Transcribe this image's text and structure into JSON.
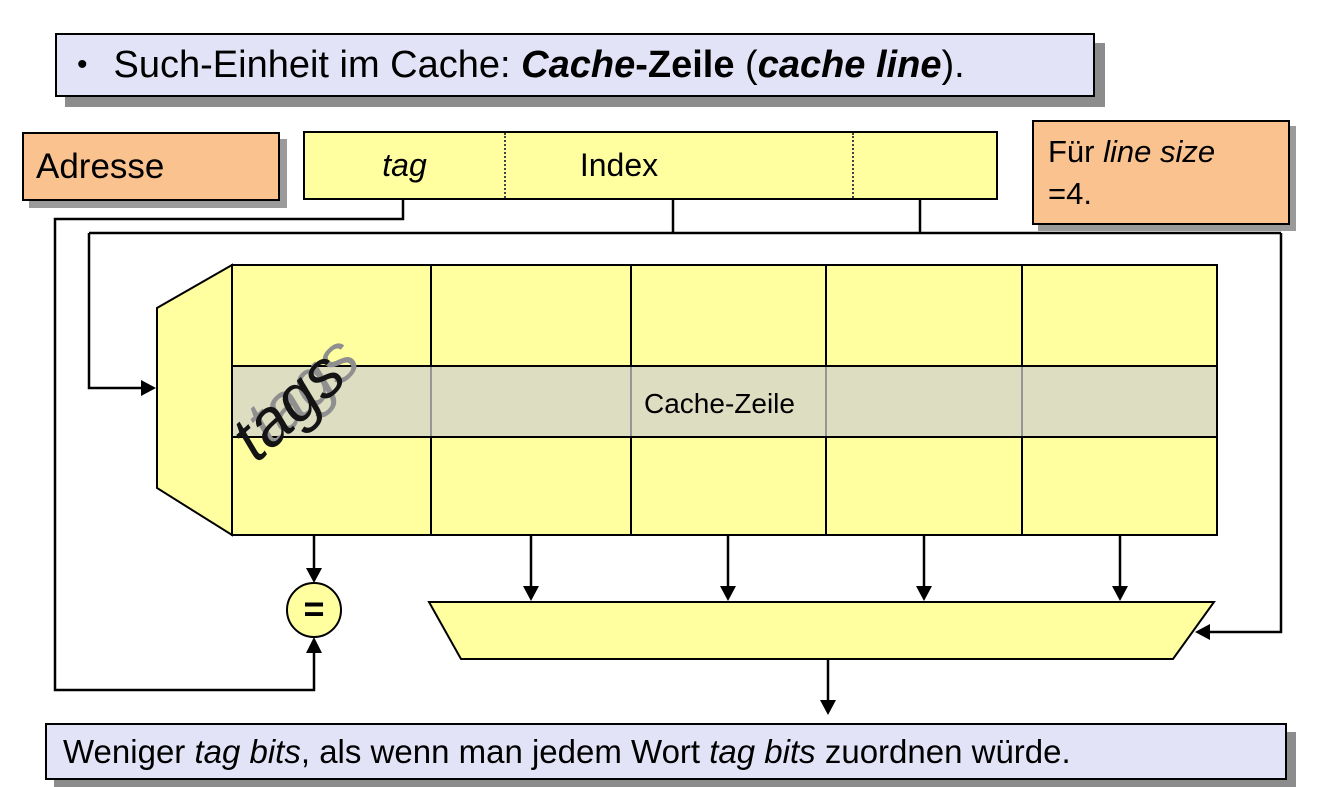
{
  "title": {
    "bullet": "•",
    "segments": [
      {
        "text": "Such-Einheit im Cache: "
      },
      {
        "text": "Cache"
      },
      {
        "text": "-Zeile"
      },
      {
        "text": " ("
      },
      {
        "text": "cache line"
      },
      {
        "text": ")."
      }
    ]
  },
  "address_box": {
    "label": "Adresse"
  },
  "address_bar": {
    "tag_label": "tag",
    "index_label": "Index"
  },
  "line_size_note": {
    "line1_prefix": "Für ",
    "line1_italic": "line size",
    "line2": "=4."
  },
  "cache": {
    "tags_label": "tags",
    "cache_line_label": "Cache-Zeile",
    "comparator_symbol": "="
  },
  "bottom_note": {
    "segments": [
      {
        "text": "Weniger "
      },
      {
        "text": "tag bits"
      },
      {
        "text": ", als wenn man jedem Wort "
      },
      {
        "text": "tag bits"
      },
      {
        "text": " zuordnen würde."
      }
    ]
  },
  "colors": {
    "yellow": "#FFFF9F",
    "highlight_row": "#E9E9C8",
    "orange": "#FAC28F",
    "lavender": "#E3E3F7",
    "shadow": "#8C8C8C",
    "line": "#000000"
  }
}
